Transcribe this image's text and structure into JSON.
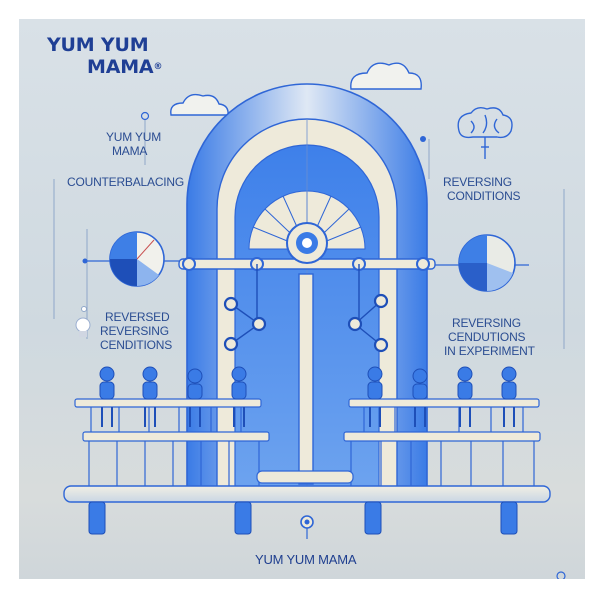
{
  "logo": {
    "line1": "YUM YUM",
    "line2": "MAMA",
    "mark": "®"
  },
  "left": {
    "small_logo_line1": "YUM YUM",
    "small_logo_line2": "MAMA",
    "counterbalancing": "COUNTERBALACING",
    "reversed_line1": "REVERSED",
    "reversed_line2": "REVERSING",
    "reversed_line3": "CENDITIONS"
  },
  "right": {
    "reversing_line1": "REVERSING",
    "reversing_line2": "CONDITIONS",
    "bottom_line1": "REVERSING",
    "bottom_line2": "CENDUTIONS",
    "bottom_line3": "IN EXPERIMENT"
  },
  "caption": "YUM YUM MAMA",
  "icons": [
    "cloud-icon",
    "brain-icon",
    "pie-chart-icon",
    "person-icon",
    "eye-icon",
    "lightbulb-icon",
    "node-icon"
  ],
  "colors": {
    "primary_blue": "#2f6fe0",
    "dark_blue": "#1f3f95",
    "cream": "#eeeada",
    "background": "#d4dde3"
  }
}
